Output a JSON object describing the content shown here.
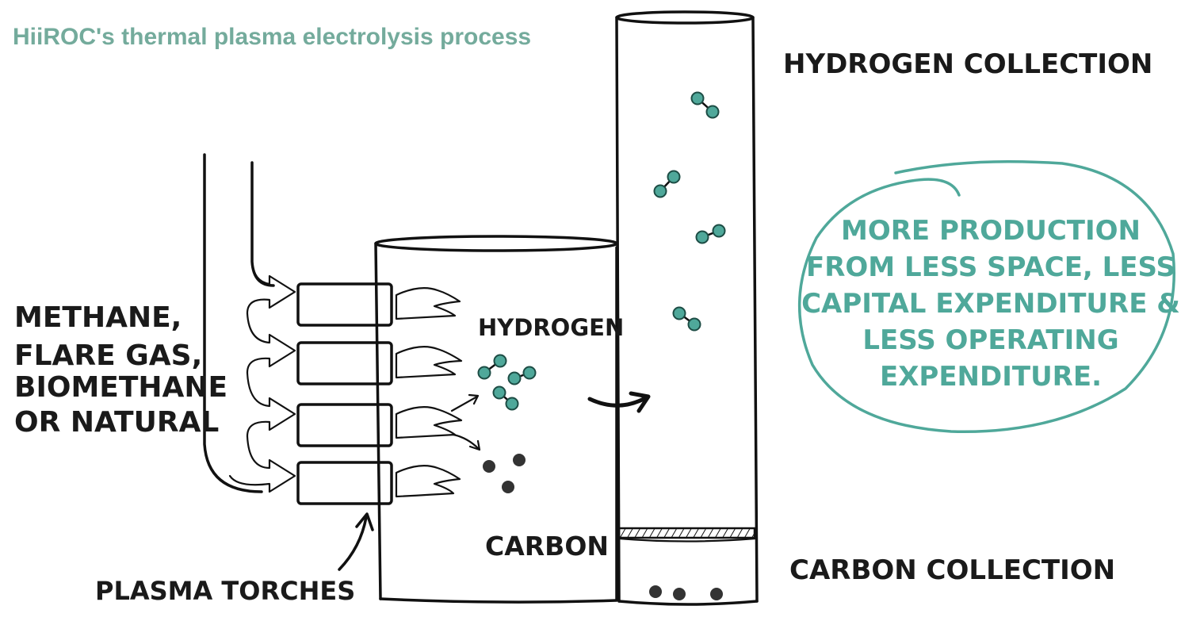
{
  "title": "HiiROC's thermal plasma electrolysis process",
  "labels": {
    "feedstock": [
      "METHANE,",
      "FLARE GAS,",
      "BIOMETHANE",
      "OR NATURAL"
    ],
    "plasma_torches": "PLASMA TORCHES",
    "hydrogen": "HYDROGEN",
    "carbon": "CARBON",
    "hydrogen_collection": "HYDROGEN COLLECTION",
    "carbon_collection": "CARBON COLLECTION"
  },
  "callout": {
    "lines": [
      "MORE PRODUCTION",
      "FROM LESS SPACE, LESS",
      "CAPITAL EXPENDITURE &",
      "LESS OPERATING",
      "EXPENDITURE."
    ]
  },
  "colors": {
    "title": "#74ab9c",
    "hydrogen_molecule": "#4fa89a",
    "carbon_particle": "#333333",
    "callout": "#4fa89a"
  }
}
